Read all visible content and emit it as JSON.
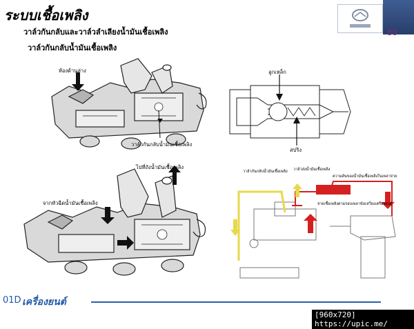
{
  "slide": {
    "title": "ระบบเชื้อเพลิง",
    "subtitle": "วาล์วกันกลับและวาล์วลำเลียงน้ำมันเชื้อเพลิง",
    "section_heading": "วาล์วกันกลับน้ำมันเชื้อเพลิง",
    "page_number": "80",
    "footer_code": "01D",
    "footer_title": "เครื่องยนต์"
  },
  "labels": {
    "lower_chamber": "ห้องด้านล่าง",
    "check_valve": "วาล์วกันกลับน้ำมันเชื้อเพลิง",
    "steel_ball": "ลูกเหล็ก",
    "spring": "สปริง",
    "to_fuel_tank": "ไปที่ถังน้ำมันเชื้อเพลิง",
    "from_injector": "จากหัวฉีดน้ำมันเชื้อเพลิง",
    "diag_check_valve": "วาล์วกันกลับน้ำมันเชื้อเพลิง",
    "diag_delivery_valve": "วาล์วส่งน้ำมันเชื้อเพลิง",
    "diag_pressure": "ความดันของน้ำมันเชื้อเพลิงในเพลาจ่าย",
    "diag_return": "จ่ายเชื้อเพลิงตามรอบเพลาข้อเหวี่ยงเครื่องยนต์"
  },
  "watermark": "[960x720] https://upic.me/",
  "colors": {
    "title_blue": "#1f58a8",
    "band": "#2e4a7e",
    "page_number": "#7a2d7a",
    "fuel_red": "#d42020",
    "fuel_yellow": "#e8d84a"
  }
}
